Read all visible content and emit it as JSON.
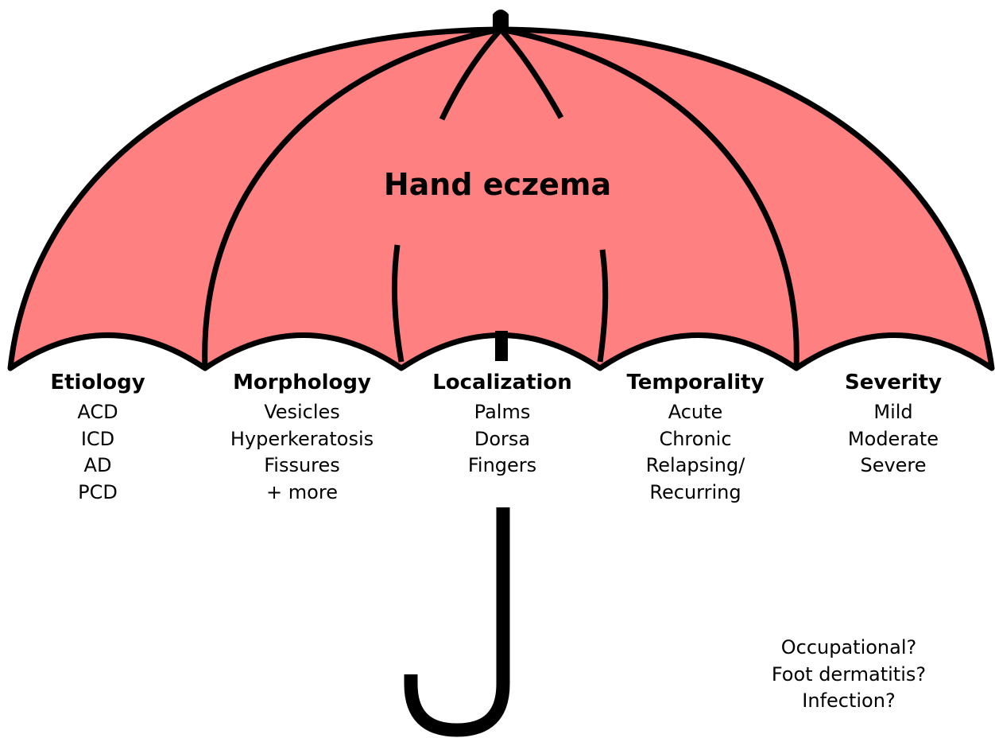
{
  "diagram": {
    "title": "Hand eczema",
    "canopy_color": "#ff8080",
    "outline_color": "#000000",
    "categories": [
      {
        "heading": "Etiology",
        "items": [
          "ACD",
          "ICD",
          "AD",
          "PCD"
        ]
      },
      {
        "heading": "Morphology",
        "items": [
          "Vesicles",
          "Hyperkeratosis",
          "Fissures",
          "+ more"
        ]
      },
      {
        "heading": "Localization",
        "items": [
          "Palms",
          "Dorsa",
          "Fingers"
        ]
      },
      {
        "heading": "Temporality",
        "items": [
          "Acute",
          "Chronic",
          "Relapsing/",
          "Recurring"
        ]
      },
      {
        "heading": "Severity",
        "items": [
          "Mild",
          "Moderate",
          "Severe"
        ]
      }
    ],
    "notes": [
      "Occupational?",
      "Foot dermatitis?",
      "Infection?"
    ]
  }
}
